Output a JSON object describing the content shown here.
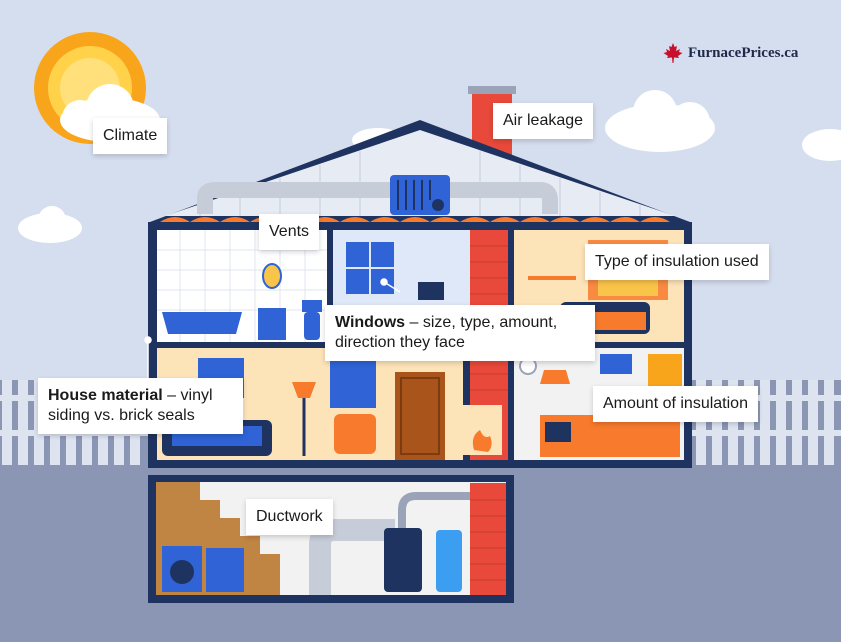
{
  "brand": {
    "name": "FurnacePrices.ca",
    "icon": "maple-leaf-icon",
    "color": "#1f2a4a"
  },
  "labels": {
    "climate": "Climate",
    "air_leakage": "Air leakage",
    "vents": "Vents",
    "insulation_type": "Type of insulation used",
    "windows_bold": "Windows",
    "windows_rest": " – size, type, amount, direction they face",
    "house_material_bold": "House material",
    "house_material_rest": " – vinyl siding vs. brick seals",
    "insulation_amount": "Amount of insulation",
    "ductwork": "Ductwork"
  },
  "colors": {
    "sky": "#d5deef",
    "roof_outline": "#1f3361",
    "brick": "#e8493a",
    "ground": "#8b96b5",
    "fence": "#dde3ef",
    "accent_blue": "#2f63d6",
    "accent_orange": "#f77a2d"
  }
}
